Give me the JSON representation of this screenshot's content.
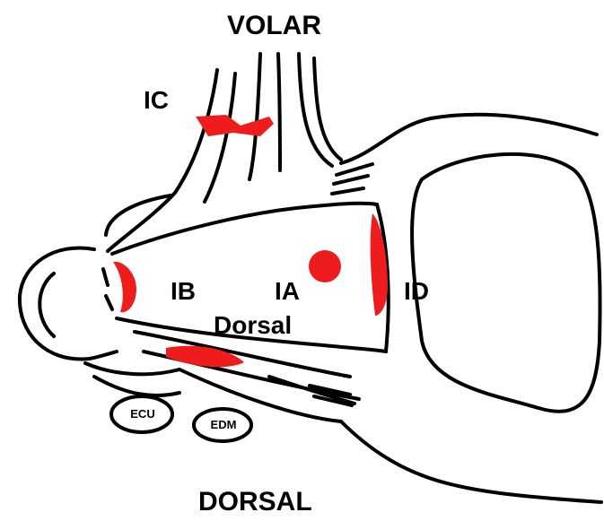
{
  "labels": {
    "top": "VOLAR",
    "bottom": "DORSAL",
    "ic": "IC",
    "ib": "IB",
    "ia": "IA",
    "id": "ID",
    "dorsal": "Dorsal",
    "ecu": "ECU",
    "edm": "EDM"
  },
  "colors": {
    "lesion": "#ee1c1c",
    "line": "#000000",
    "background": "#ffffff"
  }
}
